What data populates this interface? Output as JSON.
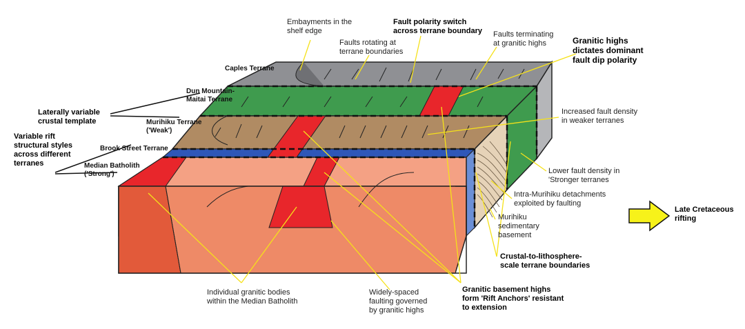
{
  "terranes": {
    "caples": "Caples Terrane",
    "dun_mountain": [
      "Dun Mountain-",
      "Maitai Terrane"
    ],
    "murihiku": [
      "Murihiku Terrane",
      "('Weak')"
    ],
    "brook_street": "Brook Street Terrane",
    "median": [
      "Median Batholith",
      "('Strong')"
    ]
  },
  "left_labels": {
    "crustal_template": [
      "Laterally variable",
      "crustal template"
    ],
    "rift_styles": [
      "Variable rift",
      "structural styles",
      "across different",
      "terranes"
    ]
  },
  "annotations": {
    "embayments": [
      "Embayments in the",
      "shelf edge"
    ],
    "faults_rotating": [
      "Faults rotating at",
      "terrane boundaries"
    ],
    "polarity_switch": [
      "Fault polarity switch",
      "across terrane boundary"
    ],
    "faults_terminating": [
      "Faults terminating",
      "at granitic highs"
    ],
    "granitic_highs": [
      "Granitic highs",
      "dictates dominant",
      "fault dip polarity"
    ],
    "increased_density": [
      "Increased fault density",
      "in weaker terranes"
    ],
    "lower_density": [
      "Lower fault density in",
      "'Stronger terranes"
    ],
    "intra_murihiku": [
      "Intra-Murihiku detachments",
      "exploited by faulting"
    ],
    "murihiku_basement": [
      "Murihiku",
      "sedimentary",
      "basement"
    ],
    "crustal_boundaries": [
      "Crustal-to-lithosphere-",
      "scale terrane boundaries"
    ],
    "rift_anchors": [
      "Granitic basement highs",
      "form 'Rift Anchors' resistant",
      "to extension"
    ],
    "widely_spaced": [
      "Widely-spaced",
      "faulting governed",
      "by granitic highs"
    ],
    "individual_bodies": [
      "Individual granitic bodies",
      "within the Median Batholith"
    ]
  },
  "legend": {
    "rifting": [
      "Late Cretaceous",
      "rifting"
    ]
  },
  "colors": {
    "caples": "#8f9094",
    "dun_mountain": "#3f9b4e",
    "murihiku": "#b08b63",
    "brook_street": "#2f57b8",
    "median_top": "#f4a184",
    "median_front": "#ee8a67",
    "granite": "#e8262b",
    "leader": "#f5e11a",
    "arrow": "#f7f21a"
  }
}
